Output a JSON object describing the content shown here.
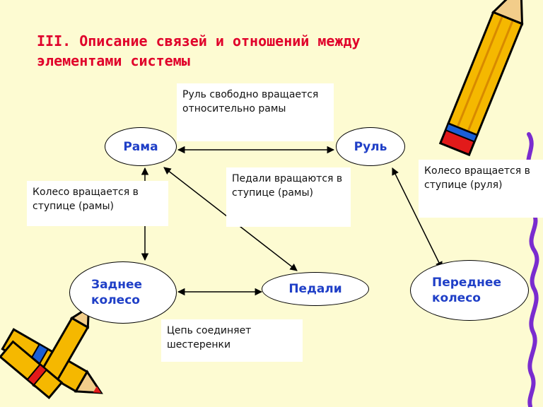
{
  "title": "III. Описание связей и отношений между элементами системы",
  "nodes": {
    "frame": "Рама",
    "handlebar": "Руль",
    "rear_wheel": "Заднее колесо",
    "pedals": "Педали",
    "front_wheel": "Переднее колесо"
  },
  "labels": {
    "handlebar_frame": "Руль свободно вращается относительно рамы",
    "rear_wheel_frame": "Колесо вращается в ступице (рамы)",
    "pedals_frame": "Педали вращаются в ступице (рамы)",
    "front_wheel_handlebar": "Колесо вращается в ступице (руля)",
    "chain": "Цепь соединяет шестеренки"
  },
  "colors": {
    "background": "#fdfbd2",
    "title": "#e0002a",
    "node_text": "#1f3fc7",
    "pencil_yellow": "#f5b800",
    "squiggle": "#7a2ccf"
  },
  "decorations": [
    "pencil-top-right",
    "crayons-bottom-left",
    "squiggle-right"
  ]
}
